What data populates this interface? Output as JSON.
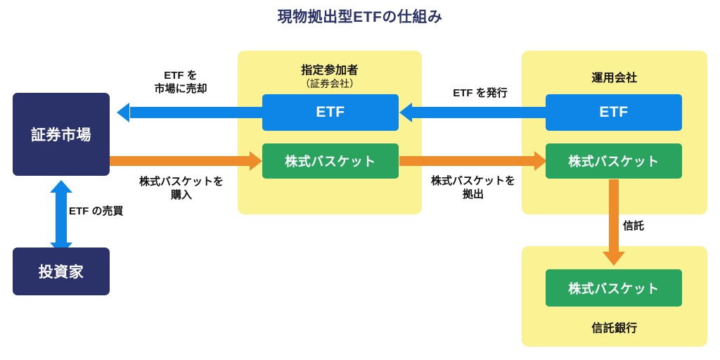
{
  "title": "現物拠出型ETFの仕組み",
  "colors": {
    "navy": "#2b3269",
    "blue": "#0d86e8",
    "green": "#2aa35e",
    "orange": "#ee8b2b",
    "panel_yellow": "#fbf294",
    "background": "#ffffff"
  },
  "nodes": {
    "securities_market": "証券市場",
    "investor": "投資家",
    "ap_etf": "ETF",
    "ap_basket": "株式バスケット",
    "mgmt_etf": "ETF",
    "mgmt_basket": "株式バスケット",
    "trust_basket": "株式バスケット"
  },
  "panels": {
    "authorized_participant": {
      "title": "指定参加者",
      "subtitle": "（証券会社）"
    },
    "management_company": {
      "title": "運用会社"
    },
    "trust_bank": {
      "title": "信託銀行"
    }
  },
  "edges": {
    "sell_etf_to_market": "ETF を\n市場に売却",
    "buy_basket": "株式バスケットを\n購入",
    "issue_etf": "ETF を発行",
    "contribute_basket": "株式バスケットを\n拠出",
    "trust": "信託",
    "etf_trading": "ETF の売買"
  }
}
